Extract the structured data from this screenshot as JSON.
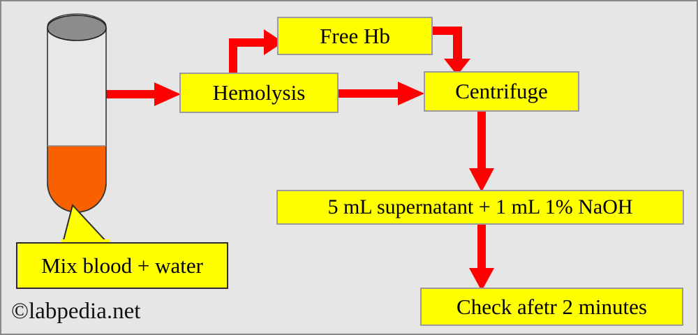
{
  "diagram": {
    "title": "Plasma free hemoglobin / hemolysis test workflow",
    "background_color": "#e6e6e6",
    "border_color": "#8a8a8a",
    "box_fill_color": "#ffff00",
    "box_border_color": "#9a9a9a",
    "arrow_color": "#ff0000",
    "text_color": "#000000"
  },
  "boxes": [
    {
      "id": "free-hb",
      "label": "Free Hb"
    },
    {
      "id": "hemolysis",
      "label": "Hemolysis"
    },
    {
      "id": "centrifuge",
      "label": "Centrifuge"
    },
    {
      "id": "naoh",
      "label": "5 mL supernatant + 1 mL 1% NaOH"
    },
    {
      "id": "check",
      "label": "Check afetr 2 minutes"
    }
  ],
  "callout": {
    "label": "Mix blood + water"
  },
  "tube": {
    "name": "test-tube",
    "cap_color": "#8c8c8c",
    "glass_color": "#e8e8e8",
    "liquid_color": "#f96000",
    "outline_color": "#333333"
  },
  "arrows": [
    {
      "id": "tube-to-hemolysis",
      "from": "test-tube",
      "to": "hemolysis",
      "shape": "straight-right"
    },
    {
      "id": "hemolysis-to-free-hb",
      "from": "hemolysis",
      "to": "free-hb",
      "shape": "elbow-up-right"
    },
    {
      "id": "hemolysis-to-centrifuge",
      "from": "hemolysis",
      "to": "centrifuge",
      "shape": "straight-right"
    },
    {
      "id": "free-hb-to-centrifuge",
      "from": "free-hb",
      "to": "centrifuge",
      "shape": "elbow-right-down"
    },
    {
      "id": "centrifuge-to-naoh",
      "from": "centrifuge",
      "to": "naoh",
      "shape": "straight-down"
    },
    {
      "id": "naoh-to-check",
      "from": "naoh",
      "to": "check",
      "shape": "straight-down"
    }
  ],
  "watermark": {
    "text": "©labpedia.net"
  }
}
